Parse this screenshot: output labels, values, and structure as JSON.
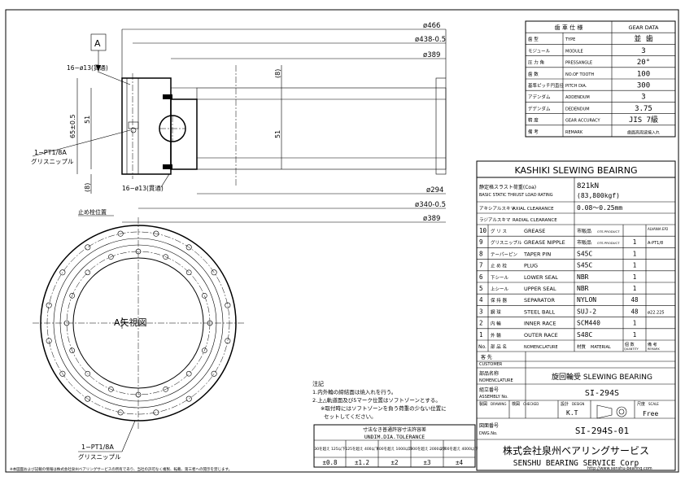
{
  "section_view": {
    "view_marker": "A",
    "hole_top": "16−ø13(貫通)",
    "hole_bottom": "16−ø13(貫通)",
    "nipple_label": "1−PT1/8A",
    "nipple_label2": "グリスニップル",
    "d_466": "ø466",
    "d_438": "ø438-0.5",
    "d_389_top": "ø389",
    "d_294": "ø294",
    "d_340": "ø340-0.5",
    "d_389_bottom": "ø389",
    "h_65": "65±0.5",
    "h_51_left": "51",
    "h_51_center": "51",
    "h_8_top": "(8)",
    "h_8_bottom": "(8)",
    "pos_mark": "止め栓位置"
  },
  "plan_view": {
    "label": "A矢視図",
    "nipple_label": "1−PT1/8A",
    "nipple_label2": "グリスニップル"
  },
  "notes": {
    "title": "注記",
    "n1": "1.内外輪の締結面は焼入れを行う。",
    "n2": "2.上△軌道面及び5マーク位置はソフトゾーンとする。",
    "n3": "※取付時にはソフトゾーンを負う荷重の少ない位置に",
    "n4": "セットしてください。"
  },
  "tolerance": {
    "title1": "寸法なき普通許容寸法許容差",
    "title2": "UNDIM.DIA.TOLERANCE",
    "headers": [
      "30を超え 125以下",
      "125を超え 400以下",
      "400を超え 1000以下",
      "1000を超え 2000以下",
      "2000を超え 4000以下"
    ],
    "values": [
      "±0.8",
      "±1.2",
      "±2",
      "±3",
      "±4"
    ]
  },
  "gear_table": {
    "title_jp": "歯 車 仕 様",
    "title_en": "GEAR DATA",
    "rows": [
      {
        "jp": "歯   型",
        "en": "TYPE",
        "val": "並 歯"
      },
      {
        "jp": "モジュール",
        "en": "MODULE",
        "val": "3"
      },
      {
        "jp": "圧 力 角",
        "en": "PRESSANGLE",
        "val": "20°"
      },
      {
        "jp": "歯   数",
        "en": "NO.OF TOOTH",
        "val": "100"
      },
      {
        "jp": "基準ピッチ円直径",
        "en": "PITCH DIA.",
        "val": "300"
      },
      {
        "jp": "アデンダム",
        "en": "ADDENDUM",
        "val": "3"
      },
      {
        "jp": "デデンダム",
        "en": "DEDENDUM",
        "val": "3.75"
      },
      {
        "jp": "精   度",
        "en": "GEAR ACCURACY",
        "val": "JIS 7級"
      },
      {
        "jp": "備   考",
        "en": "REMARK",
        "val": "歯面高周波焼入れ"
      }
    ]
  },
  "main_title": "KASHIKI SLEWING BEAIRNG",
  "load": {
    "label_jp": "静定格スラスト荷重(Coa)",
    "label_en": "BASIC STATIC THRUST LOAD RATING",
    "val1": "821kN",
    "val2": "(83,800kgf)"
  },
  "clearance_axial": {
    "jp": "アキシアルスキマ",
    "en": "AXIAL CLEARANCE",
    "val": "0.08～0.25mm"
  },
  "clearance_radial": {
    "jp": "ラジアルスキマ",
    "en": "RADIAL CLEARANCE",
    "val": ""
  },
  "parts_header_extra": "ALVANIA EP2",
  "parts": [
    {
      "no": "10",
      "jp": "グ リ ス",
      "en": "GREASE",
      "mat": "市販品",
      "mat_sub": "OTS PRODUCT",
      "qty": "",
      "rem": ""
    },
    {
      "no": "9",
      "jp": "グリスニップル",
      "en": "GREASE NIPPLE",
      "mat": "市販品",
      "mat_sub": "OTS PRODUCT",
      "qty": "1",
      "rem": "A-PT1/8"
    },
    {
      "no": "8",
      "jp": "テーパーピン",
      "en": "TAPER PIN",
      "mat": "S45C",
      "mat_sub": "",
      "qty": "1",
      "rem": ""
    },
    {
      "no": "7",
      "jp": "止 め 栓",
      "en": "PLUG",
      "mat": "S45C",
      "mat_sub": "",
      "qty": "1",
      "rem": ""
    },
    {
      "no": "6",
      "jp": "下シール",
      "en": "LOWER SEAL",
      "mat": "NBR",
      "mat_sub": "",
      "qty": "1",
      "rem": ""
    },
    {
      "no": "5",
      "jp": "上シール",
      "en": "UPPER SEAL",
      "mat": "NBR",
      "mat_sub": "",
      "qty": "1",
      "rem": ""
    },
    {
      "no": "4",
      "jp": "保 持 器",
      "en": "SEPARATOR",
      "mat": "NYLON",
      "mat_sub": "",
      "qty": "48",
      "rem": ""
    },
    {
      "no": "3",
      "jp": "鋼   球",
      "en": "STEEL BALL",
      "mat": "SUJ-2",
      "mat_sub": "",
      "qty": "48",
      "rem": "ø22.225"
    },
    {
      "no": "2",
      "jp": "内   輪",
      "en": "INNER RACE",
      "mat": "SCM440",
      "mat_sub": "",
      "qty": "1",
      "rem": ""
    },
    {
      "no": "1",
      "jp": "外   輪",
      "en": "OUTER RACE",
      "mat": "S48C",
      "mat_sub": "",
      "qty": "1",
      "rem": ""
    }
  ],
  "parts_header": {
    "no": "No.",
    "name_jp": "部 品 名",
    "name_en": "NOMENCLATURE",
    "mat_jp": "材質",
    "mat_en": "MATERIAL",
    "qty_jp": "個 数",
    "qty_en": "QUANTITY",
    "rem_jp": "備 考",
    "rem_en": "REMARK"
  },
  "customer": {
    "jp": "客   先",
    "en": "CUSTOMER",
    "val": ""
  },
  "nomenclature": {
    "jp": "部品名称",
    "en": "NOMENCLATURE",
    "val": "旋回輪受 SLEWING BEARING"
  },
  "assembly": {
    "jp": "組立番号",
    "en": "ASSEMBLY No.",
    "val": "SI-294S"
  },
  "sign": {
    "drawn_jp": "製図",
    "drawn_en": "DRAWING",
    "checked_jp": "検図",
    "checked_en": "CHECKED",
    "design_jp": "設計",
    "design_en": "DESIGN",
    "design_val": "K.T",
    "scale_jp": "尺度",
    "scale_en": "SCALE",
    "scale_val": "Free"
  },
  "dwg": {
    "jp": "図面番号",
    "en": "DWG.No.",
    "val": "SI-294S-01"
  },
  "company_jp": "株式会社泉州ベアリングサービス",
  "company_en": "SENSHU BEARING SERVICE Corp",
  "footer_left": "※本図面および記載の情報は株式会社泉州ベアリングサービスの所有であり、当社の許可なく複製、転載、第三者への開示を禁じます。",
  "footer_url": "http://www.senshu-bearing.com"
}
